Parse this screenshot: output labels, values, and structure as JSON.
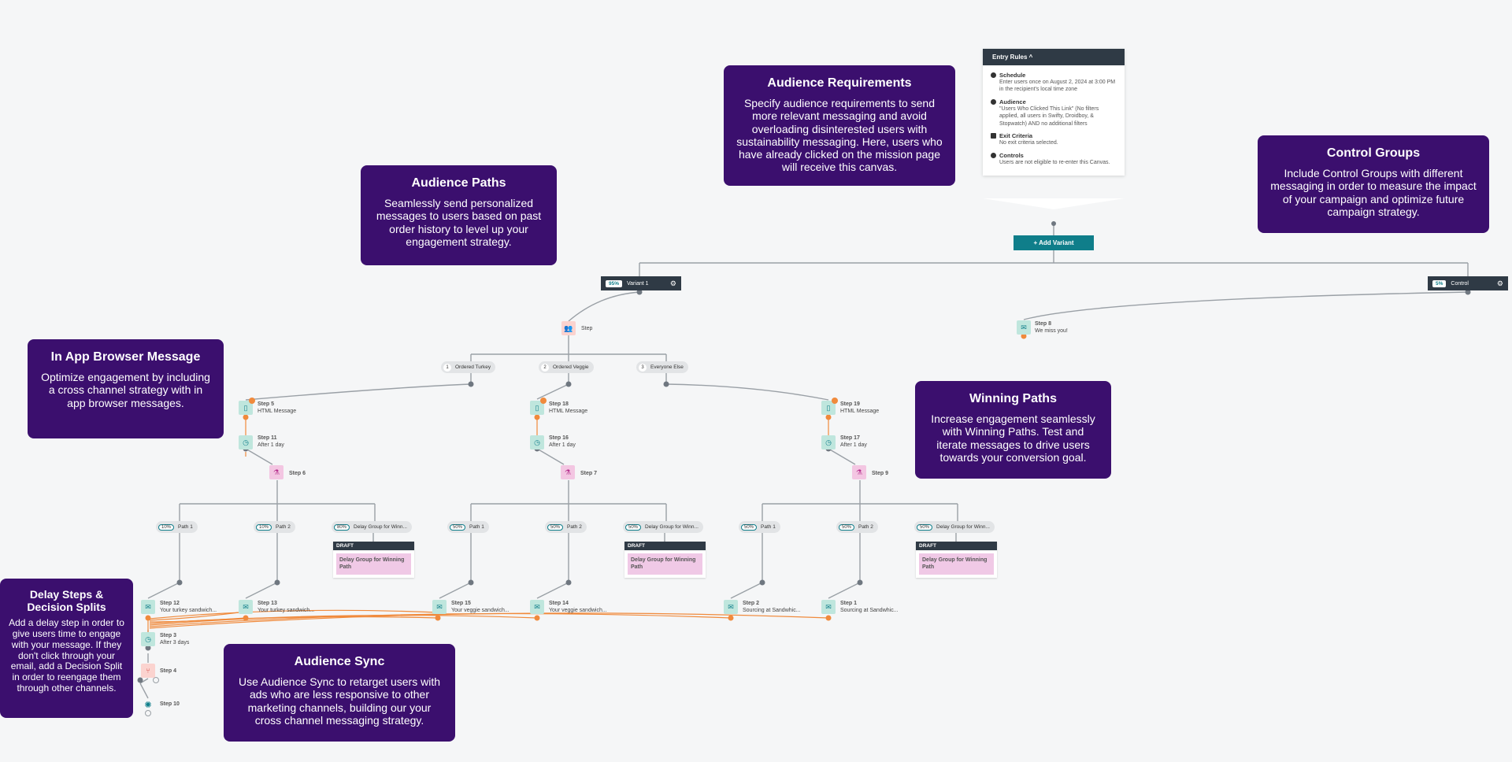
{
  "callouts": {
    "audience_requirements": {
      "title": "Audience Requirements",
      "body": "Specify audience requirements to send more relevant messaging and avoid overloading disinterested users with sustainability messaging. Here, users who have already clicked on the mission page will receive this canvas."
    },
    "audience_paths": {
      "title": "Audience Paths",
      "body": "Seamlessly send personalized messages to users based on past order history to level up your engagement strategy."
    },
    "control_groups": {
      "title": "Control Groups",
      "body": "Include Control Groups with different messaging in order to measure the impact of your campaign and optimize future campaign strategy."
    },
    "in_app": {
      "title": "In App Browser Message",
      "body": "Optimize engagement by including a cross channel strategy with in app browser messages."
    },
    "winning_paths": {
      "title": "Winning Paths",
      "body": "Increase engagement seamlessly with Winning Paths. Test and iterate messages to drive users towards your conversion goal."
    },
    "delay_steps": {
      "title": "Delay Steps & Decision Splits",
      "body": "Add a delay step in order to give users time to engage with your message. If they don't click through your email, add a Decision Split in order to reengage them through other channels."
    },
    "audience_sync": {
      "title": "Audience Sync",
      "body": "Use Audience Sync to retarget users with ads who are less responsive to other marketing channels, building our your cross channel messaging strategy."
    }
  },
  "entry_rules": {
    "header": "Entry Rules ^",
    "schedule_title": "Schedule",
    "schedule_text": "Enter users once on August 2, 2024 at 3:00 PM in the recipient's local time zone",
    "audience_title": "Audience",
    "audience_text": "\"Users Who Clicked This Link\" (No filters applied, all users in Swifty, Droidboy, & Stopwatch) AND no additional filters",
    "exit_title": "Exit Criteria",
    "exit_text": "No exit criteria selected.",
    "controls_title": "Controls",
    "controls_text": "Users are not eligible to re-enter this Canvas."
  },
  "add_variant": "+ Add Variant",
  "variants": [
    {
      "pct": "95%",
      "name": "Variant 1"
    },
    {
      "pct": "5%",
      "name": "Control"
    }
  ],
  "audience_step": "Step",
  "paths": [
    {
      "num": "1",
      "label": "Ordered Turkey"
    },
    {
      "num": "2",
      "label": "Ordered Veggie"
    },
    {
      "num": "3",
      "label": "Everyone Else"
    }
  ],
  "steps": {
    "s8": {
      "title": "Step 8",
      "sub": "We miss you!"
    },
    "s5": {
      "title": "Step 5",
      "sub": "HTML Message"
    },
    "s18": {
      "title": "Step 18",
      "sub": "HTML Message"
    },
    "s19": {
      "title": "Step 19",
      "sub": "HTML Message"
    },
    "s11": {
      "title": "Step 11",
      "sub": "After 1 day"
    },
    "s16": {
      "title": "Step 16",
      "sub": "After 1 day"
    },
    "s17": {
      "title": "Step 17",
      "sub": "After 1 day"
    },
    "s6": {
      "title": "Step 6"
    },
    "s7": {
      "title": "Step 7"
    },
    "s9": {
      "title": "Step 9"
    },
    "s12": {
      "title": "Step 12",
      "sub": "Your turkey sandwich..."
    },
    "s13": {
      "title": "Step 13",
      "sub": "Your turkey sandwich..."
    },
    "s15": {
      "title": "Step 15",
      "sub": "Your veggie sandwich..."
    },
    "s14": {
      "title": "Step 14",
      "sub": "Your veggie sandwich..."
    },
    "s2": {
      "title": "Step 2",
      "sub": "Sourcing at Sandwhic..."
    },
    "s1": {
      "title": "Step 1",
      "sub": "Sourcing at Sandwhic..."
    },
    "s3": {
      "title": "Step 3",
      "sub": "After 3 days"
    },
    "s4": {
      "title": "Step 4"
    },
    "s10": {
      "title": "Step 10"
    }
  },
  "exp_labels": {
    "p1": {
      "pct": "10%",
      "label": "Path 1"
    },
    "p2": {
      "pct": "10%",
      "label": "Path 2"
    },
    "dg": {
      "pct": "80%",
      "label": "Delay Group for Winn..."
    },
    "q1": {
      "pct": "50%",
      "label": "Path 1"
    },
    "q2": {
      "pct": "50%",
      "label": "Path 2"
    },
    "qd": {
      "pct": "50%",
      "label": "Delay Group for Winn..."
    }
  },
  "draft": {
    "header": "DRAFT",
    "body": "Delay Group for Winning Path"
  }
}
